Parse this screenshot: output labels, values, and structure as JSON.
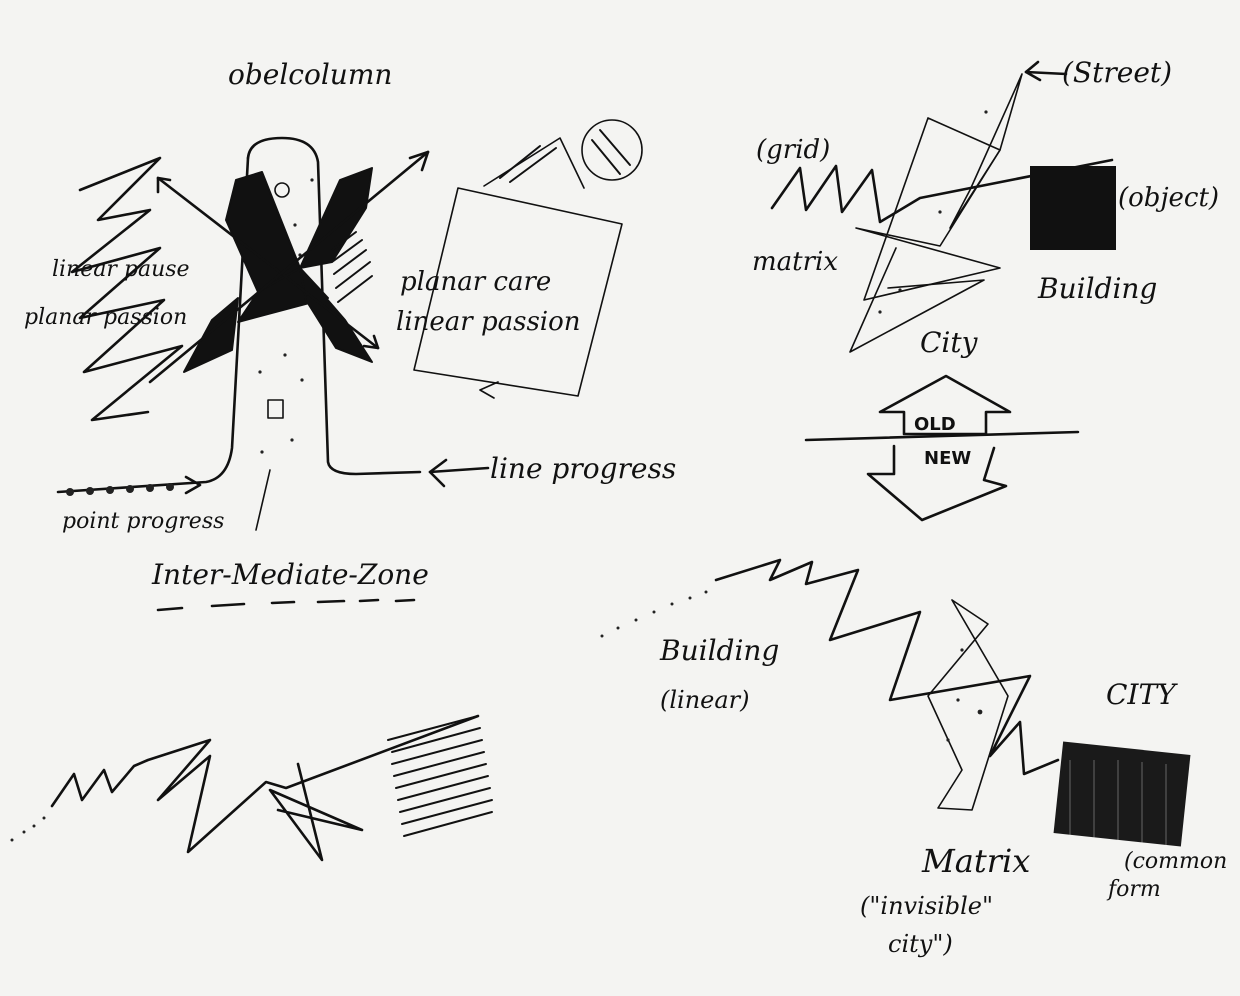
{
  "labels": {
    "obelisk": "obelcolumn",
    "linear_pause": "linear pause",
    "planar_passion": "planar passion",
    "planar_care": "planar care",
    "linear_passion": "linear passion",
    "line_progress": "line progress",
    "point_progress": "point progress",
    "intermediate_zone": "Inter-Mediate-Zone",
    "street": "(Street)",
    "grid": "(grid)",
    "object": "(object)",
    "matrix_top": "matrix",
    "building_top": "Building",
    "city_top": "City",
    "old": "OLD",
    "new": "NEW",
    "building_mid": "Building",
    "linear": "(linear)",
    "city_right": "CITY",
    "matrix_bottom": "Matrix",
    "invisible_city_1": "(\"invisible\"",
    "invisible_city_2": "city\")",
    "common_form_1": "(common",
    "common_form_2": "form"
  },
  "colors": {
    "paper": "#f4f4f2",
    "ink": "#111111"
  }
}
